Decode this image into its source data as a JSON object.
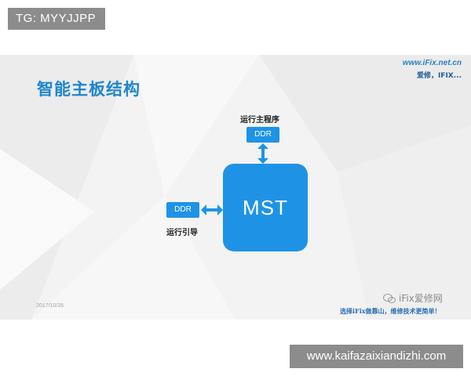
{
  "watermark_top": "TG: MYYJJPP",
  "watermark_bottom": "www.kaifazaixiandizhi.com",
  "slide": {
    "title": "智能主板结构",
    "brand_url": "www.iFix.net.cn",
    "brand_sub": "爱修，IFIX...",
    "date": "2017/10/26",
    "wechat_name": "iFix爱修网",
    "slogan": "选择iFix做靠山，维修技术更简单！",
    "diagram": {
      "top_label": "运行主程序",
      "top_box": "DDR",
      "left_box": "DDR",
      "left_label": "运行引导",
      "center_box": "MST"
    }
  },
  "colors": {
    "accent_blue": "#1e93e6",
    "title_blue": "#1e86cf",
    "watermark_gray": "#8c8c8c"
  }
}
